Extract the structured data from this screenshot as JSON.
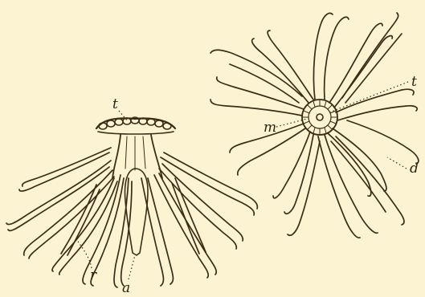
{
  "figure": {
    "background_color": "#fbf3d2",
    "ink_color": "#3a2c16",
    "side_view": {
      "labels": {
        "t": "t",
        "r": "r",
        "a": "a"
      }
    },
    "top_view": {
      "labels": {
        "t": "t",
        "m": "m",
        "d": "d"
      }
    }
  }
}
